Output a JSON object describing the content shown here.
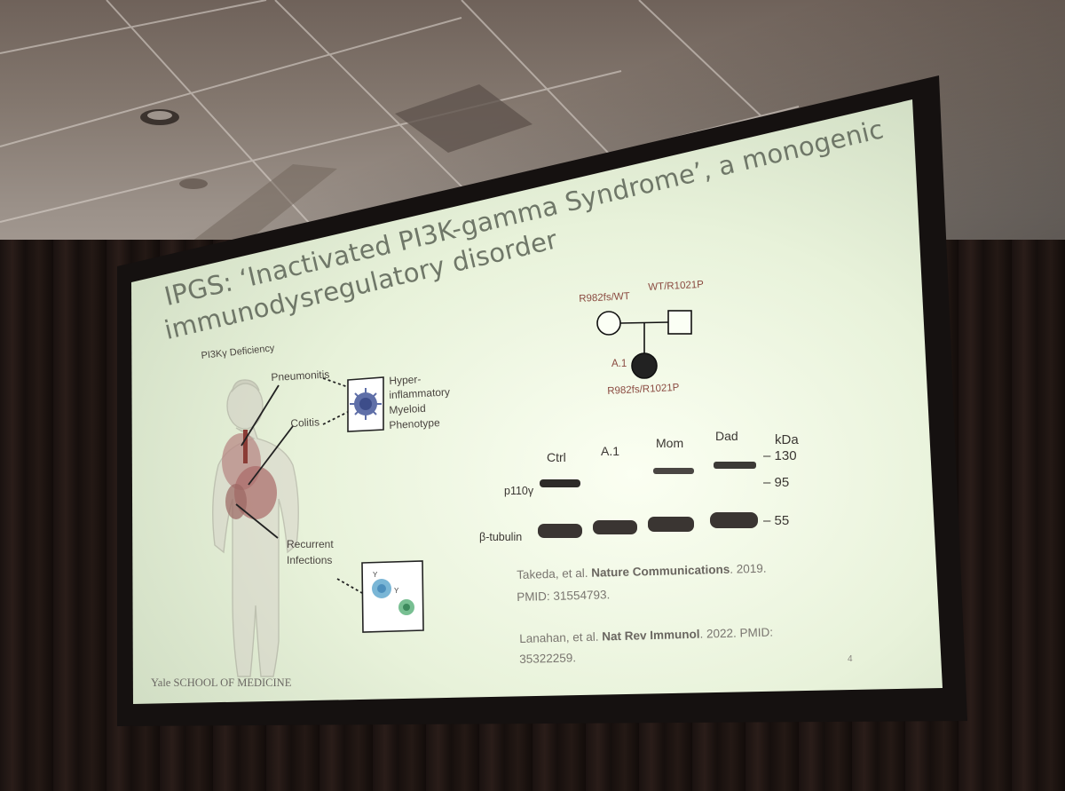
{
  "slide": {
    "title_line1": "IPGS: ‘Inactivated PI3K-gamma Syndrome’, a monogenic",
    "title_line2": "immunodysregulatory disorder",
    "figure_heading": "PI3Kγ Deficiency",
    "labels": {
      "pneumonitis": "Pneumonitis",
      "colitis": "Colitis",
      "recurrent_1": "Recurrent",
      "recurrent_2": "Infections",
      "phenotype_1": "Hyper-",
      "phenotype_2": "inflammatory",
      "phenotype_3": "Myeloid",
      "phenotype_4": "Phenotype"
    },
    "pedigree": {
      "mother": "R982fs/WT",
      "father": "WT/R1021P",
      "child_id": "A.1",
      "child_genotype": "R982fs/R1021P"
    },
    "western_blot": {
      "lanes": [
        "Ctrl",
        "A.1",
        "Mom",
        "Dad"
      ],
      "unit": "kDa",
      "markers": [
        "– 130",
        "– 95",
        "– 55"
      ],
      "rows": [
        "p110γ",
        "β-tubulin"
      ]
    },
    "references": {
      "ref1_authors": "Takeda, et al.",
      "ref1_journal": "Nature Communications",
      "ref1_year": ". 2019.",
      "ref1_pmid": "PMID: 31554793.",
      "ref2_authors": "Lanahan, et al.",
      "ref2_journal": "Nat Rev Immunol",
      "ref2_rest": ". 2022. PMID:",
      "ref2_pmid": "35322259."
    },
    "footer": "Yale SCHOOL OF MEDICINE",
    "page_number": "4"
  }
}
